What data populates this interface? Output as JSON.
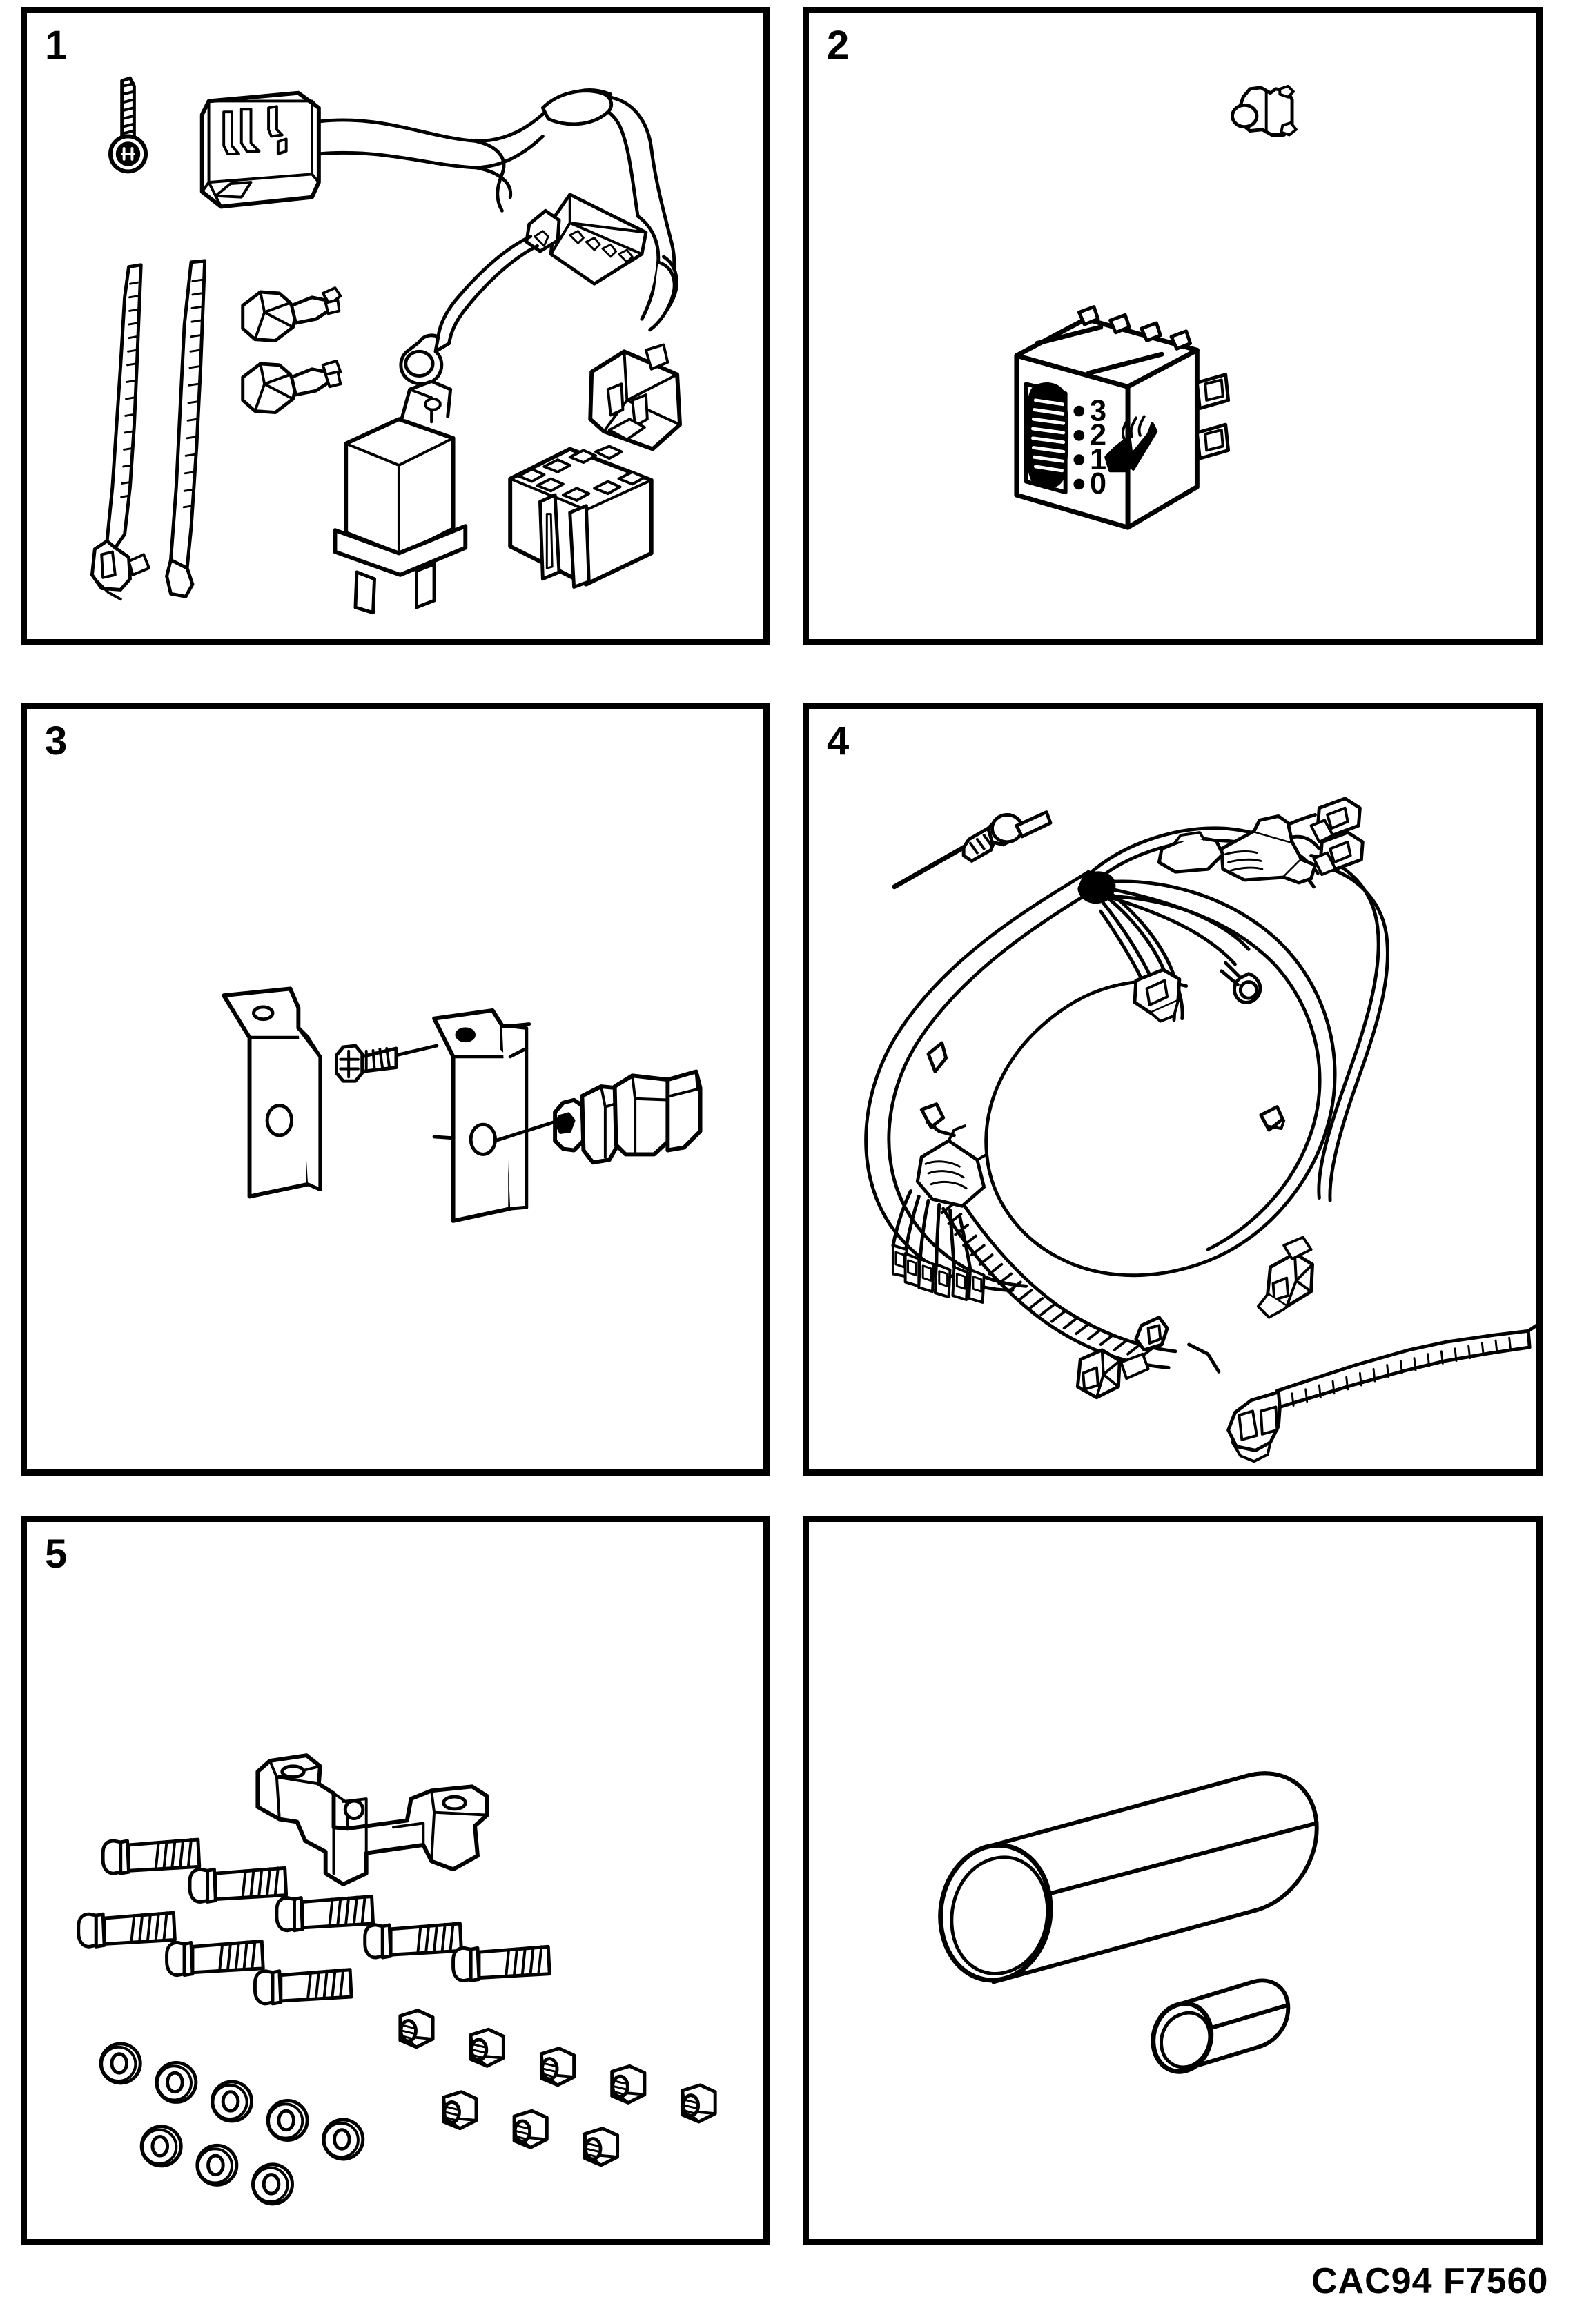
{
  "document": {
    "type": "automotive-parts-illustration",
    "caption": "CAC94 F7560",
    "panel_count": 6
  },
  "panels": [
    {
      "number": "1",
      "name": "wiring-harness-and-relay-kit",
      "contents": [
        "self-tapping-screw",
        "multi-pin-connector-housing",
        "wiring-harness-with-branches",
        "ring-terminal-eyelet",
        "multi-pin-connector-strip",
        "two-cable-ties",
        "two-bullet-terminal-connectors",
        "relay-with-mounting-tab",
        "relay-socket-block"
      ]
    },
    {
      "number": "2",
      "name": "heated-seat-switch",
      "contents": [
        "rotary-thumbwheel-switch",
        "switch-retaining-clip"
      ],
      "switch": {
        "levels": [
          "3",
          "2",
          "1",
          "0"
        ],
        "symbol": "heated-seat-icon"
      }
    },
    {
      "number": "3",
      "name": "sensor-mounting-brackets",
      "contents": [
        "left-mounting-bracket",
        "pan-head-screw",
        "right-mounting-bracket",
        "temperature-switch-sensor"
      ]
    },
    {
      "number": "4",
      "name": "main-wiring-loom",
      "contents": [
        "threaded-temperature-probe",
        "coiled-wiring-loom",
        "spade-terminals",
        "ring-terminal",
        "corrugated-conduit-sleeve",
        "cable-tie-with-clip"
      ]
    },
    {
      "number": "5",
      "name": "bracket-and-fasteners",
      "contents": [
        "mounting-bracket",
        "hex-bolts",
        "flat-washers",
        "hex-lock-nuts"
      ],
      "counts": {
        "bolts": 8,
        "washers": 8,
        "nuts": 8,
        "brackets": 1
      }
    },
    {
      "number": "",
      "name": "protective-sleeves",
      "contents": [
        "large-protective-sleeve",
        "small-protective-sleeve"
      ]
    }
  ],
  "colors": {
    "ink": "#000000",
    "paper": "#ffffff"
  }
}
